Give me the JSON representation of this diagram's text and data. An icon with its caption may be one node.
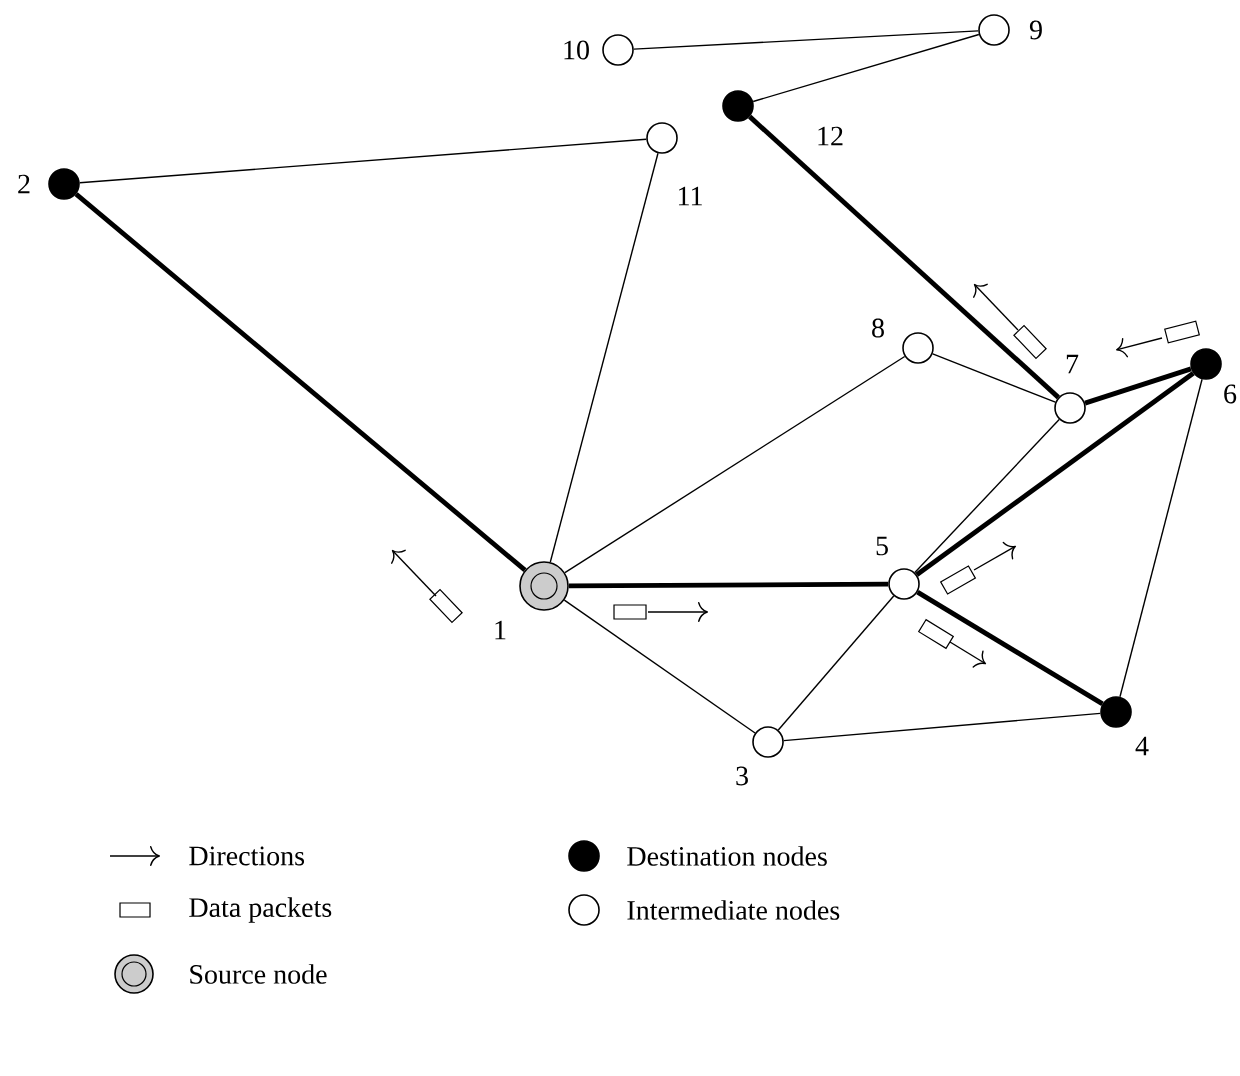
{
  "diagram": {
    "nodes": [
      {
        "text": [],
        "shape": "double-circle",
        "beside": [
          "1"
        ]
      },
      {
        "text": [],
        "shape": "dot",
        "beside": [
          "2"
        ]
      },
      {
        "text": [],
        "shape": "circle",
        "beside": [
          "3"
        ]
      },
      {
        "text": [],
        "shape": "dot",
        "beside": [
          "4"
        ]
      },
      {
        "text": [],
        "shape": "circle",
        "beside": [
          "5"
        ]
      },
      {
        "text": [],
        "shape": "dot",
        "beside": [
          "6"
        ]
      },
      {
        "text": [],
        "shape": "circle",
        "beside": [
          "7"
        ]
      },
      {
        "text": [],
        "shape": "circle",
        "beside": [
          "8"
        ]
      },
      {
        "text": [],
        "shape": "circle",
        "beside": [
          "9"
        ]
      },
      {
        "text": [],
        "shape": "circle",
        "beside": [
          "10"
        ]
      },
      {
        "text": [],
        "shape": "circle",
        "beside": [
          "11"
        ]
      },
      {
        "text": [],
        "shape": "dot",
        "beside": [
          "12"
        ]
      }
    ],
    "edges": [
      {
        "from": 0,
        "to": 1,
        "arrow": "none",
        "style": "thick"
      },
      {
        "from": 1,
        "to": 10,
        "arrow": "none"
      },
      {
        "from": 10,
        "to": 0,
        "arrow": "none"
      },
      {
        "from": 9,
        "to": 8,
        "arrow": "none"
      },
      {
        "from": 8,
        "to": 11,
        "arrow": "none"
      },
      {
        "from": 11,
        "to": 6,
        "arrow": "none",
        "style": "thick"
      },
      {
        "from": 0,
        "to": 7,
        "arrow": "none"
      },
      {
        "from": 7,
        "to": 6,
        "arrow": "none"
      },
      {
        "from": 6,
        "to": 5,
        "arrow": "none",
        "style": "thick"
      },
      {
        "from": 0,
        "to": 4,
        "arrow": "none",
        "style": "thick"
      },
      {
        "from": 0,
        "to": 2,
        "arrow": "none"
      },
      {
        "from": 2,
        "to": 4,
        "arrow": "none"
      },
      {
        "from": 2,
        "to": 3,
        "arrow": "none"
      },
      {
        "from": 4,
        "to": 3,
        "arrow": "none",
        "style": "thick"
      },
      {
        "from": 4,
        "to": 5,
        "arrow": "none",
        "style": "thick"
      },
      {
        "from": 4,
        "to": 6,
        "arrow": "none"
      },
      {
        "from": 5,
        "to": 3,
        "arrow": "none"
      }
    ],
    "legend": [
      {
        "text": "Directions"
      },
      {
        "text": "Data packets"
      },
      {
        "text": "Source node"
      },
      {
        "text": "Destination nodes"
      },
      {
        "text": "Intermediate nodes"
      }
    ]
  }
}
